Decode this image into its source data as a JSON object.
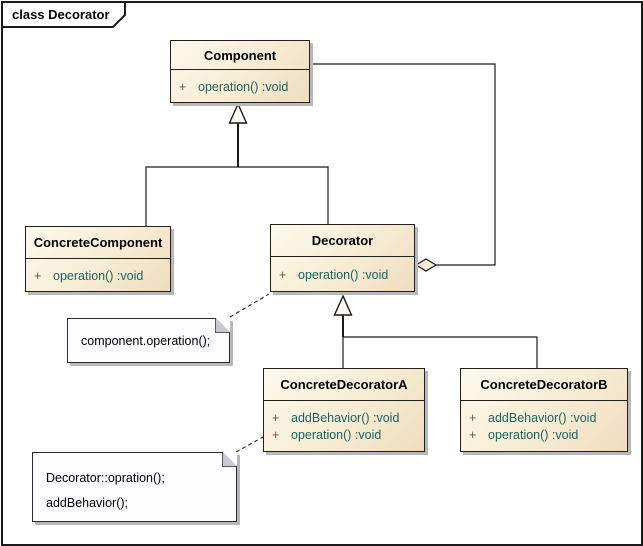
{
  "frame": {
    "label": "class Decorator"
  },
  "classes": [
    {
      "id": "component",
      "name": "Component",
      "operations": [
        {
          "visibility": "+",
          "signature": "operation() :void"
        }
      ]
    },
    {
      "id": "concrete-component",
      "name": "ConcreteComponent",
      "operations": [
        {
          "visibility": "+",
          "signature": "operation() :void"
        }
      ]
    },
    {
      "id": "decorator",
      "name": "Decorator",
      "operations": [
        {
          "visibility": "+",
          "signature": "operation() :void"
        }
      ]
    },
    {
      "id": "concrete-decorator-a",
      "name": "ConcreteDecoratorA",
      "operations": [
        {
          "visibility": "+",
          "signature": "addBehavior() :void"
        },
        {
          "visibility": "+",
          "signature": "operation() :void"
        }
      ]
    },
    {
      "id": "concrete-decorator-b",
      "name": "ConcreteDecoratorB",
      "operations": [
        {
          "visibility": "+",
          "signature": "addBehavior() :void"
        },
        {
          "visibility": "+",
          "signature": "operation() :void"
        }
      ]
    }
  ],
  "notes": [
    {
      "id": "note-component-operation",
      "line1": "component.operation();"
    },
    {
      "id": "note-decorator-opration",
      "line1": "Decorator::opration();",
      "line2": "addBehavior();"
    }
  ],
  "colors": {
    "class_fill_light": "#fdf9ee",
    "class_fill_dark": "#eeddc0",
    "class_border": "#21211c",
    "operation_text": "#1a6464",
    "visibility_marker": "#7b4f28",
    "note_fill": "#fcfbfe",
    "shadow_grey": "#b8b8b8",
    "connector": "#1a1a1a"
  }
}
